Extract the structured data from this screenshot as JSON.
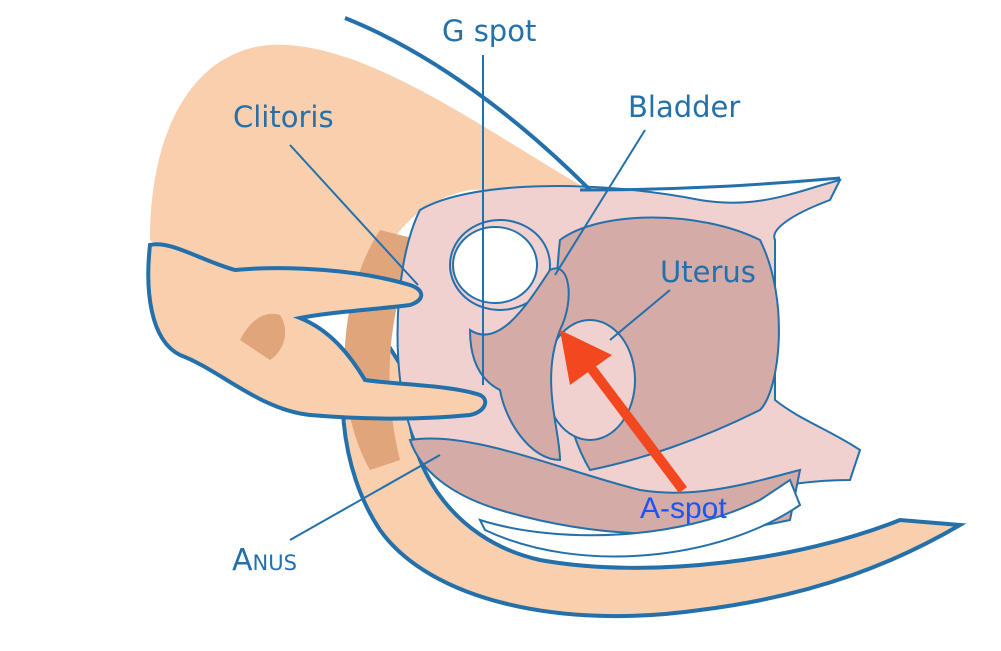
{
  "labels": {
    "g_spot": "G spot",
    "clitoris": "Clitoris",
    "bladder": "Bladder",
    "uterus": "Uterus",
    "anus": "Anus",
    "a_spot": "A-spot"
  },
  "colors": {
    "skin": "#f9cfae",
    "skin_dark": "#e1a57c",
    "tissue": "#f1d1cf",
    "organ": "#d4aba7",
    "outline": "#2470aa",
    "arrow": "#f2471f",
    "a_spot_label": "#1c55f5"
  }
}
